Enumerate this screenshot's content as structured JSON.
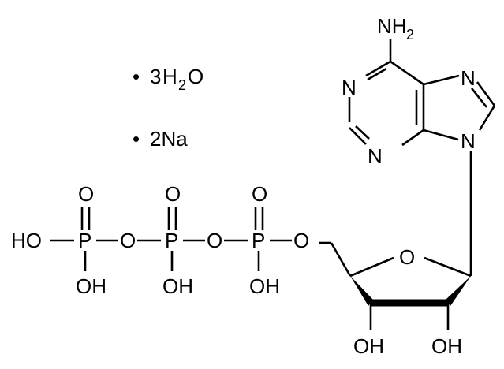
{
  "hydrate": {
    "bullet": "•",
    "count": "3",
    "symbol": "H",
    "subscript": "2",
    "tail": "O"
  },
  "salt": {
    "bullet": "•",
    "text": "2Na"
  },
  "amine": {
    "text": "NH",
    "subscript": "2"
  },
  "ring_atoms": {
    "n1": "N",
    "n3": "N",
    "n7": "N",
    "n9": "N"
  },
  "ribose": {
    "ring_o": "O",
    "oh_2": "OH",
    "oh_3": "OH"
  },
  "phosphates": {
    "terminal_ho": "HO",
    "p_gamma": "P",
    "p_beta": "P",
    "p_alpha": "P",
    "o_double_gamma": "O",
    "o_double_beta": "O",
    "o_double_alpha": "O",
    "bridge_o1": "O",
    "bridge_o2": "O",
    "ester_o": "O",
    "oh_gamma": "OH",
    "oh_beta": "OH",
    "oh_alpha": "OH"
  }
}
